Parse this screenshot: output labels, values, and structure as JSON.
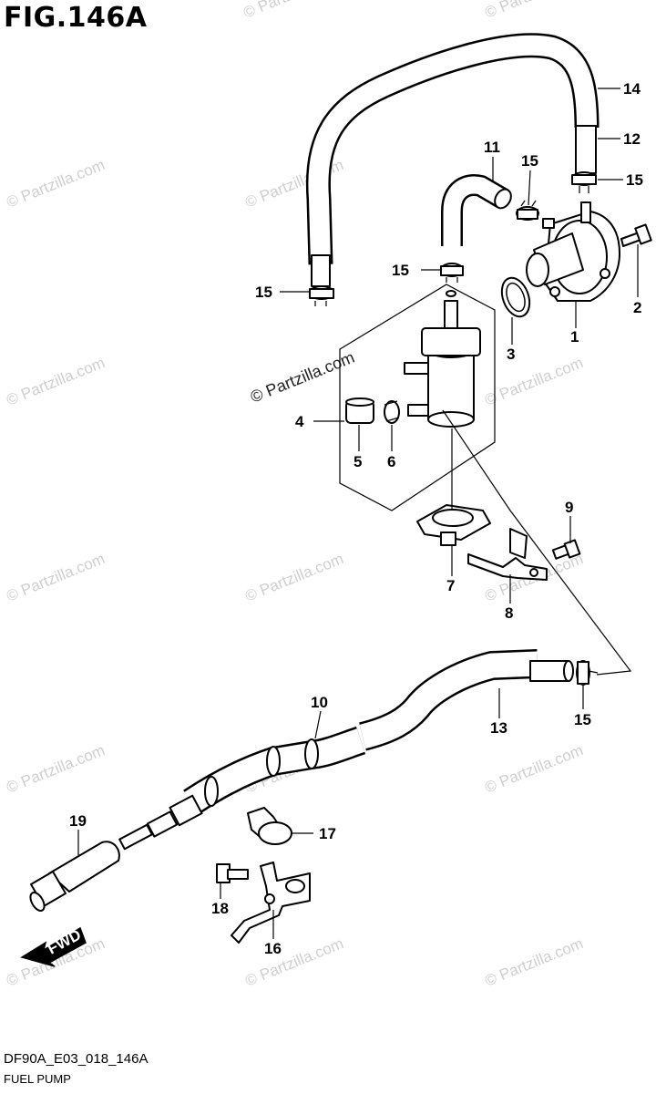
{
  "figure": {
    "title": "FIG.146A",
    "code": "DF90A_E03_018_146A",
    "name": "FUEL PUMP"
  },
  "watermarks": {
    "text": "© Partzilla.com",
    "feature": "© Partzilla.com"
  },
  "fwd_label": "FWD",
  "callouts": {
    "c1": "1",
    "c2": "2",
    "c3": "3",
    "c4": "4",
    "c5": "5",
    "c6": "6",
    "c7": "7",
    "c8": "8",
    "c9": "9",
    "c10": "10",
    "c11": "11",
    "c12": "12",
    "c13": "13",
    "c14": "14",
    "c15a": "15",
    "c15b": "15",
    "c15c": "15",
    "c15d": "15",
    "c15e": "15",
    "c16": "16",
    "c17": "17",
    "c18": "18",
    "c19": "19"
  }
}
